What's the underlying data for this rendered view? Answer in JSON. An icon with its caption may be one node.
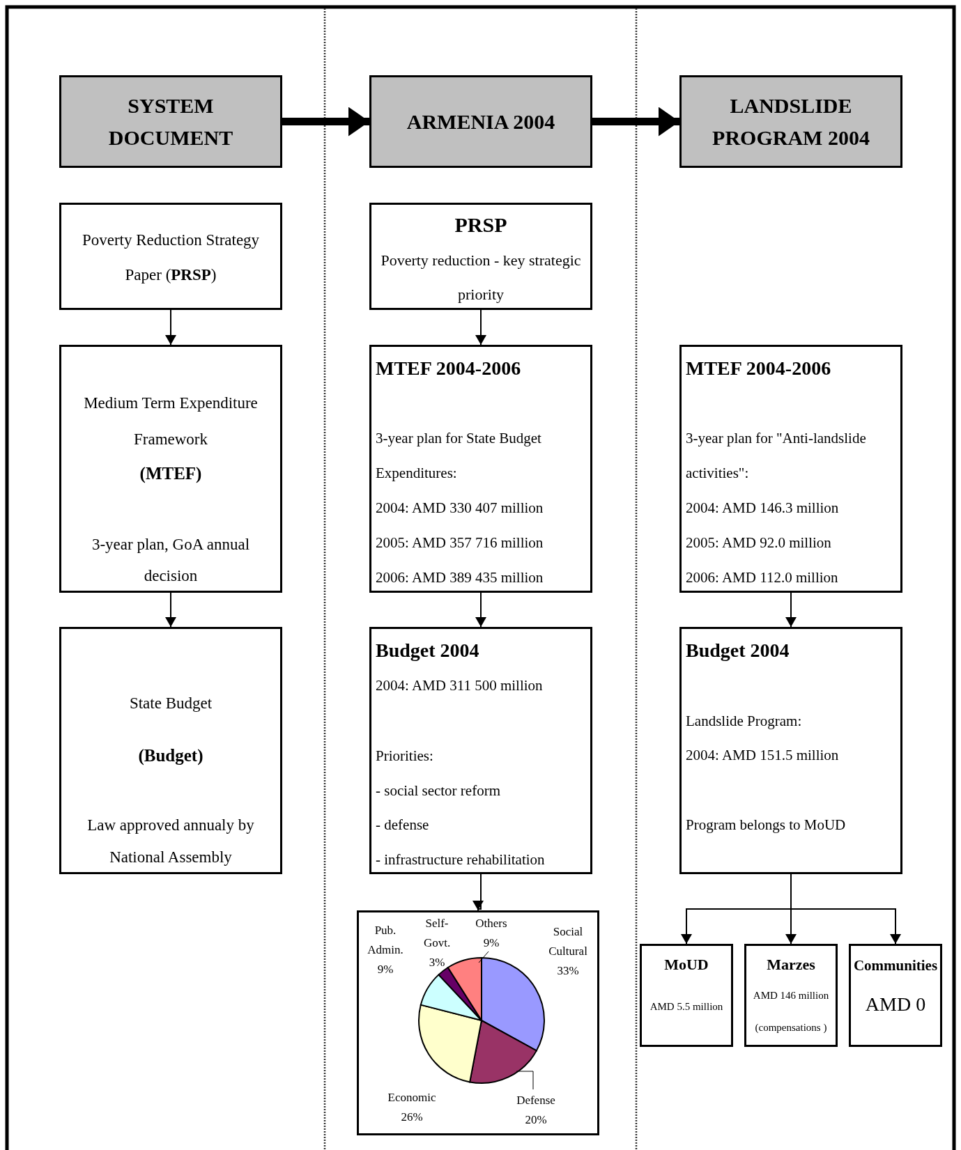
{
  "diagram": {
    "nodes": [
      {
        "text": [
          "SYSTEM DOCUMENT"
        ]
      },
      {
        "text": [
          "ARMENIA 2004"
        ]
      },
      {
        "text": [
          "LANDSLIDE PROGRAM 2004"
        ]
      },
      {
        "text": [
          "Poverty Reduction Strategy Paper (**PRSP**)"
        ]
      },
      {
        "text": [
          "Medium Term Expenditure Framework",
          "(MTEF)",
          "3-year plan, GoA annual decision"
        ]
      },
      {
        "text": [
          "State Budget",
          "(Budget)",
          "Law approved annualy by National Assembly"
        ]
      },
      {
        "text": [
          "PRSP",
          "Poverty reduction - key strategic priority"
        ]
      },
      {
        "text": [
          "MTEF 2004-2006",
          "3-year plan for State Budget Expenditures:",
          "2004: AMD 330 407 million",
          "2005: AMD 357 716 million",
          "2006: AMD 389 435 million"
        ]
      },
      {
        "text": [
          "Budget 2004",
          "2004: AMD 311 500 million",
          "Priorities:",
          "- social sector reform",
          "- defense",
          "- infrastructure rehabilitation"
        ]
      },
      {
        "text": [],
        "shape": "box"
      },
      {
        "text": [
          "MTEF 2004-2006",
          "3-year plan for \"Anti-landslide activities\":",
          "2004: AMD 146.3 million",
          "2005: AMD 92.0 million",
          "2006: AMD 112.0 million"
        ]
      },
      {
        "text": [
          "Budget 2004",
          "Landslide Program:",
          "2004: AMD 151.5 million",
          "Program belongs to MoUD"
        ]
      },
      {
        "text": [
          "MoUD",
          "AMD 5.5 million"
        ]
      },
      {
        "text": [
          "Marzes",
          "AMD 146 million (compensations )"
        ]
      },
      {
        "text": [
          "Communities",
          "AMD 0"
        ]
      }
    ],
    "edges": [
      {
        "from": 0,
        "to": 1,
        "arrow": "to",
        "style": "thick"
      },
      {
        "from": 1,
        "to": 2,
        "arrow": "to",
        "style": "thick"
      },
      {
        "from": 3,
        "to": 4,
        "arrow": "to"
      },
      {
        "from": 4,
        "to": 5,
        "arrow": "to"
      },
      {
        "from": 6,
        "to": 7,
        "arrow": "to"
      },
      {
        "from": 7,
        "to": 8,
        "arrow": "to"
      },
      {
        "from": 8,
        "to": 9,
        "arrow": "to"
      },
      {
        "from": 10,
        "to": 11,
        "arrow": "to"
      },
      {
        "from": 11,
        "to": 12,
        "arrow": "to"
      },
      {
        "from": 11,
        "to": 13,
        "arrow": "to"
      },
      {
        "from": 11,
        "to": 14,
        "arrow": "to"
      }
    ],
    "chart_data": {
      "type": "pie",
      "categories": [
        "Social Cultural",
        "Defense",
        "Economic",
        "Pub. Admin.",
        "Self-Govt.",
        "Others"
      ],
      "values": [
        33,
        20,
        26,
        9,
        3,
        9
      ],
      "value_labels": [
        "33%",
        "20%",
        "26%",
        "9%",
        "3%",
        "9%"
      ]
    }
  }
}
